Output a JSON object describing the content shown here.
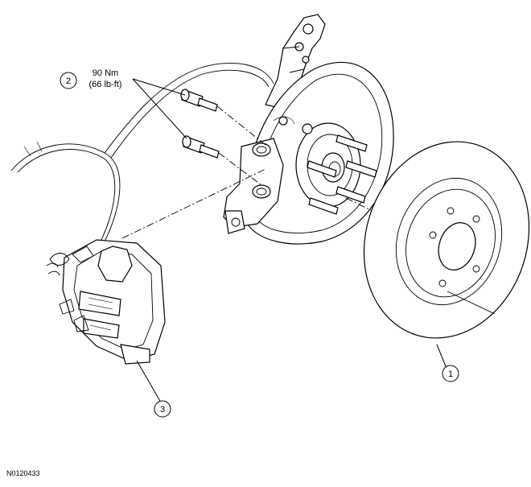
{
  "callouts": [
    {
      "number": "1"
    },
    {
      "number": "2",
      "torque_metric": "90 Nm",
      "torque_imperial": "(66 lb-ft)"
    },
    {
      "number": "3"
    }
  ],
  "reference_code": "N0120433",
  "colors": {
    "line": "#000000",
    "background": "#ffffff"
  }
}
